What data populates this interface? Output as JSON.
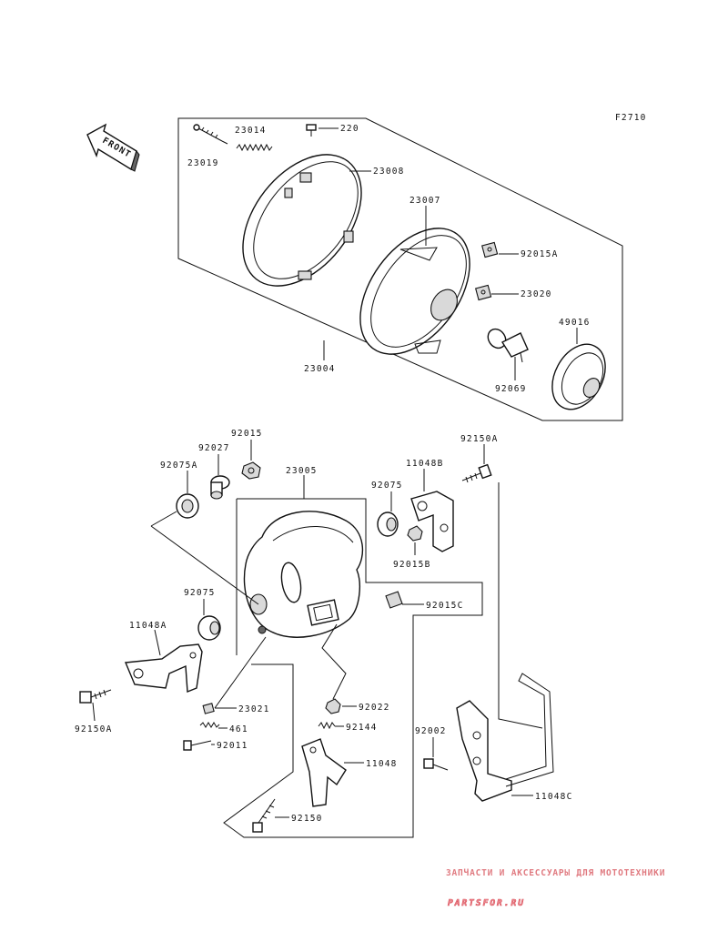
{
  "figure_code": "F2710",
  "direction_label": "FRONT",
  "watermark": {
    "subtitle": "ЗАПЧАСТИ И АКСЕССУАРЫ ДЛЯ МОТОТЕХНИКИ",
    "brand": "PARTSFOR.RU"
  },
  "callouts": {
    "p23019": "23019",
    "p23014": "23014",
    "p220": "220",
    "p23008": "23008",
    "p23007": "23007",
    "p92015A": "92015A",
    "p23020": "23020",
    "p49016": "49016",
    "p92069": "92069",
    "p23004": "23004",
    "p92015": "92015",
    "p92027": "92027",
    "p92075A": "92075A",
    "p23005": "23005",
    "p92075_top": "92075",
    "p11048B": "11048B",
    "p92150A_top": "92150A",
    "p92015B": "92015B",
    "p92075_left": "92075",
    "p92015C": "92015C",
    "p11048A": "11048A",
    "p92150A_bottom": "92150A",
    "p23021": "23021",
    "p461": "461",
    "p92011": "92011",
    "p92022": "92022",
    "p92144": "92144",
    "p11048": "11048",
    "p92002": "92002",
    "p11048C": "11048C",
    "p92150": "92150"
  }
}
